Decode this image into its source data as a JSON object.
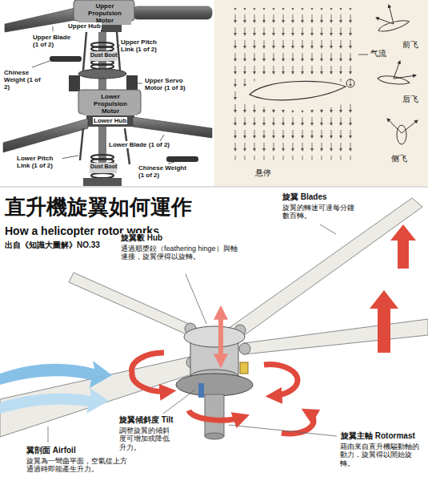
{
  "diagram": {
    "title": "直升機旋翼如何運作",
    "labels": [
      "Upper Propulsion Motor",
      "Upper Blade (1 of 2)",
      "Upper Hub",
      "Upper Pitch Link (1 of 2)",
      "Dust Boot",
      "Chinese Weight (1 of 2)",
      "Upper Servo Motor (1 of 3)",
      "Lower Propulsion Motor",
      "Lower Hub",
      "Lower Blade (1 of 2)",
      "Lower Pitch Link (1 of 2)",
      "Dust Boot",
      "Chinese Weight (1 of 2)",
      "气流",
      "悬停",
      "前飞",
      "后飞",
      "侧飞",
      "How a helicopter rotor works",
      "出自《知識大圖解》NO.33",
      "旋翼 Blades",
      "旋翼的轉速可達每分鐘數百轉。",
      "旋翼轂 Hub",
      "通過順槳鉸（feathering hinge）與軸連接，旋翼便得以旋轉。",
      "旋翼傾斜度 Tilt",
      "調整旋翼的傾斜度可增加或降低升力。",
      "旋翼主軸 Rotormast",
      "藉由來自直升機驅動軸的動力，旋翼得以開始旋轉。",
      "翼剖面 Airfoil",
      "旋翼為一彎曲平面，空氣從上方通過時即能產生升力。"
    ]
  }
}
